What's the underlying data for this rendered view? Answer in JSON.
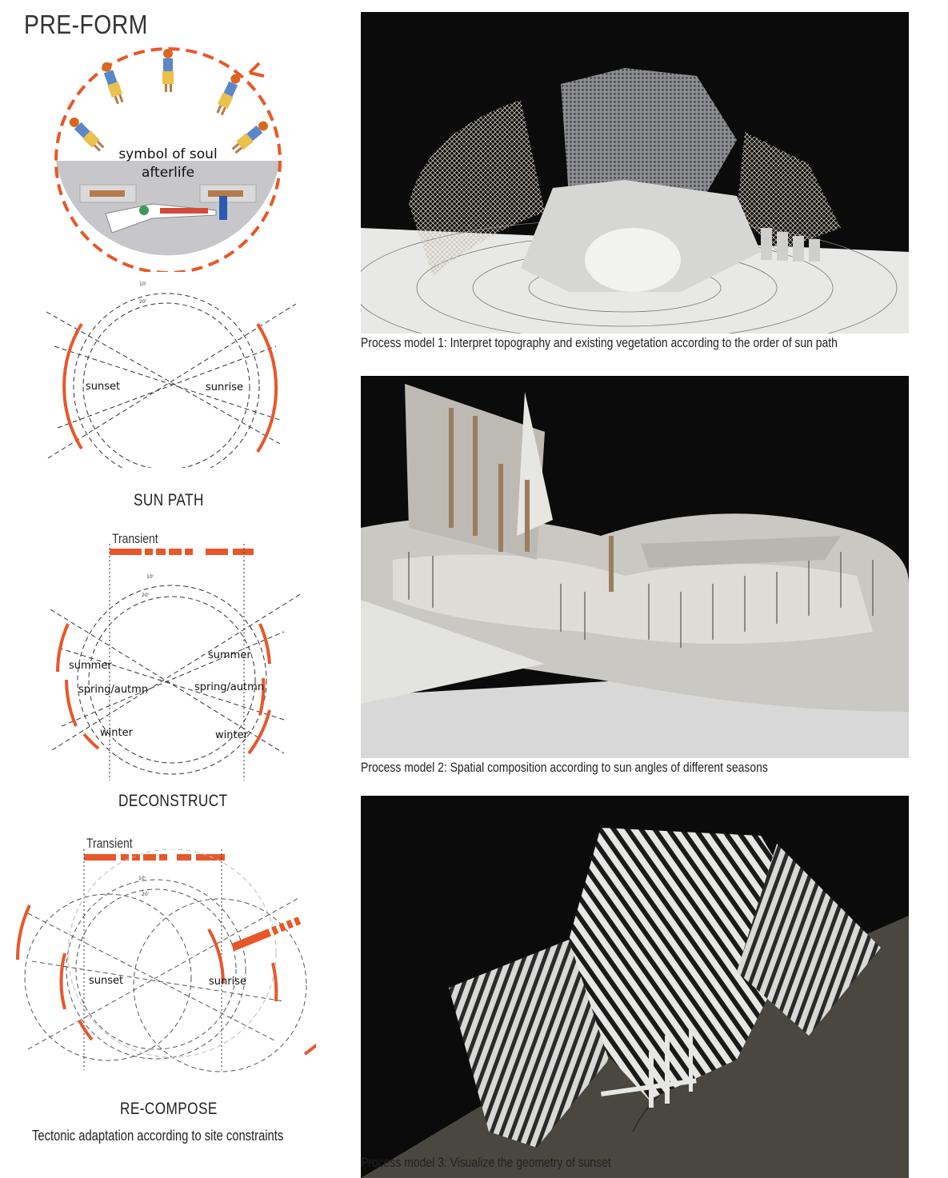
{
  "page_title": "PRE-FORM",
  "soul_diagram": {
    "label_line1": "symbol of soul",
    "label_line2": "afterlife"
  },
  "sun_path": {
    "ring_labels": [
      "10'",
      "20'"
    ],
    "left_label": "sunset",
    "right_label": "sunrise",
    "heading": "SUN PATH"
  },
  "deconstruct": {
    "bar_label": "Transient",
    "ring_labels": [
      "10'",
      "20'"
    ],
    "left_labels": [
      "summer",
      "spring/autmn",
      "winter"
    ],
    "right_labels": [
      "summer",
      "spring/autmn",
      "winter"
    ],
    "heading": "DECONSTRUCT"
  },
  "recompose": {
    "bar_label": "Transient",
    "ring_labels": [
      "10'",
      "20'"
    ],
    "left_label": "sunset",
    "right_label": "sunrise",
    "heading": "RE-COMPOSE",
    "subheading": "Tectonic adaptation according to site constraints"
  },
  "process_models": [
    {
      "caption": "Process model 1: Interpret topography and existing vegetation according to the order of sun path"
    },
    {
      "caption": "Process model 2: Spatial composition according to sun angles of different seasons"
    },
    {
      "caption": "Process model 3: Visualize the geometry of sunset"
    }
  ],
  "colors": {
    "accent": "#e8572a",
    "soul_fill": "#c7c7c9",
    "photo_bg": "#0b0b0b"
  }
}
